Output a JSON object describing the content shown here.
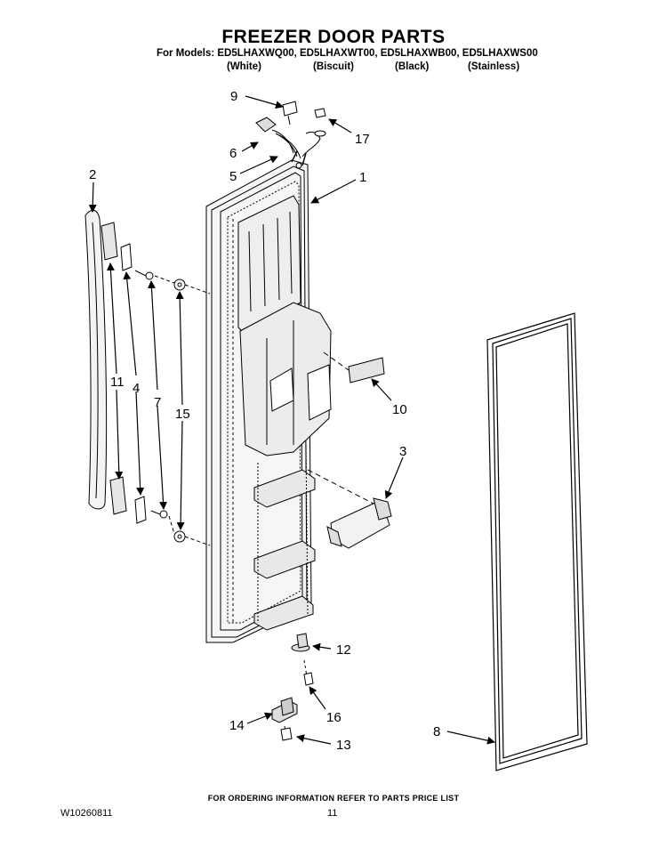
{
  "header": {
    "title": "FREEZER DOOR PARTS",
    "models_line": "For Models: ED5LHAXWQ00, ED5LHAXWT00, ED5LHAXWB00, ED5LHAXWS00",
    "variants": [
      "(White)",
      "(Biscuit)",
      "(Black)",
      "(Stainless)"
    ]
  },
  "callouts": [
    "9",
    "17",
    "6",
    "5",
    "1",
    "2",
    "11",
    "4",
    "7",
    "15",
    "10",
    "3",
    "12",
    "16",
    "14",
    "13",
    "8"
  ],
  "footer": {
    "ordering_note": "FOR ORDERING INFORMATION REFER TO PARTS PRICE LIST",
    "doc_number": "W10260811",
    "page_number": "11"
  }
}
